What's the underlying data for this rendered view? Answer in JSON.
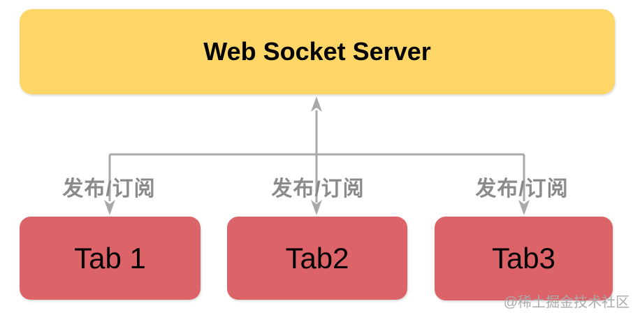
{
  "colors": {
    "server_fill": "#FDD667",
    "tab_fill": "#DC6469",
    "line": "#A9A9A9",
    "edge_label_text": "#8A8A8A",
    "node_text": "#000000",
    "watermark_text": "#ABABAB"
  },
  "server": {
    "label": "Web Socket Server"
  },
  "edges": {
    "labels": [
      "发布/订阅",
      "发布/订阅",
      "发布/订阅"
    ]
  },
  "tabs": [
    {
      "label": "Tab 1"
    },
    {
      "label": "Tab2"
    },
    {
      "label": "Tab3"
    }
  ],
  "watermark": "@稀土掘金技术社区"
}
